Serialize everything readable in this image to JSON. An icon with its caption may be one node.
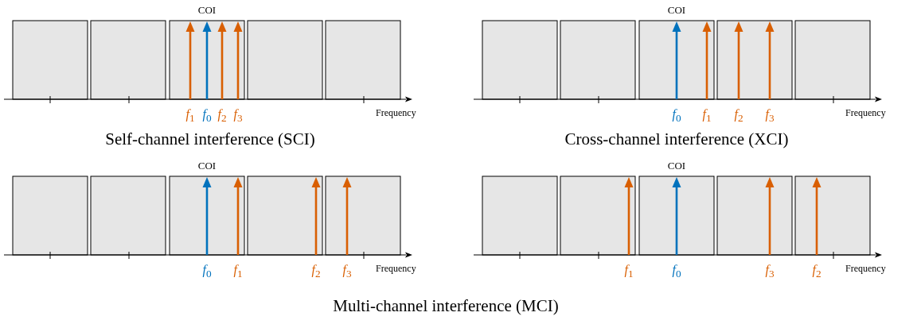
{
  "diagram": {
    "labels": [
      "COI",
      "*f*$_{1}$",
      "*f*$_{0}$",
      "*f*$_{2}$",
      "*f*$_{3}$",
      "Frequency",
      "Self-channel interference (SCI)",
      "COI",
      "*f*$_{0}$",
      "*f*$_{1}$",
      "*f*$_{2}$",
      "*f*$_{3}$",
      "Frequency",
      "Cross-channel interference (XCI)",
      "COI",
      "*f*$_{0}$",
      "*f*$_{1}$",
      "*f*$_{2}$",
      "*f*$_{3}$",
      "Frequency",
      "COI",
      "*f*$_{1}$",
      "*f*$_{0}$",
      "*f*$_{3}$",
      "*f*$_{2}$",
      "Frequency",
      "Multi-channel interference (MCI)"
    ]
  }
}
